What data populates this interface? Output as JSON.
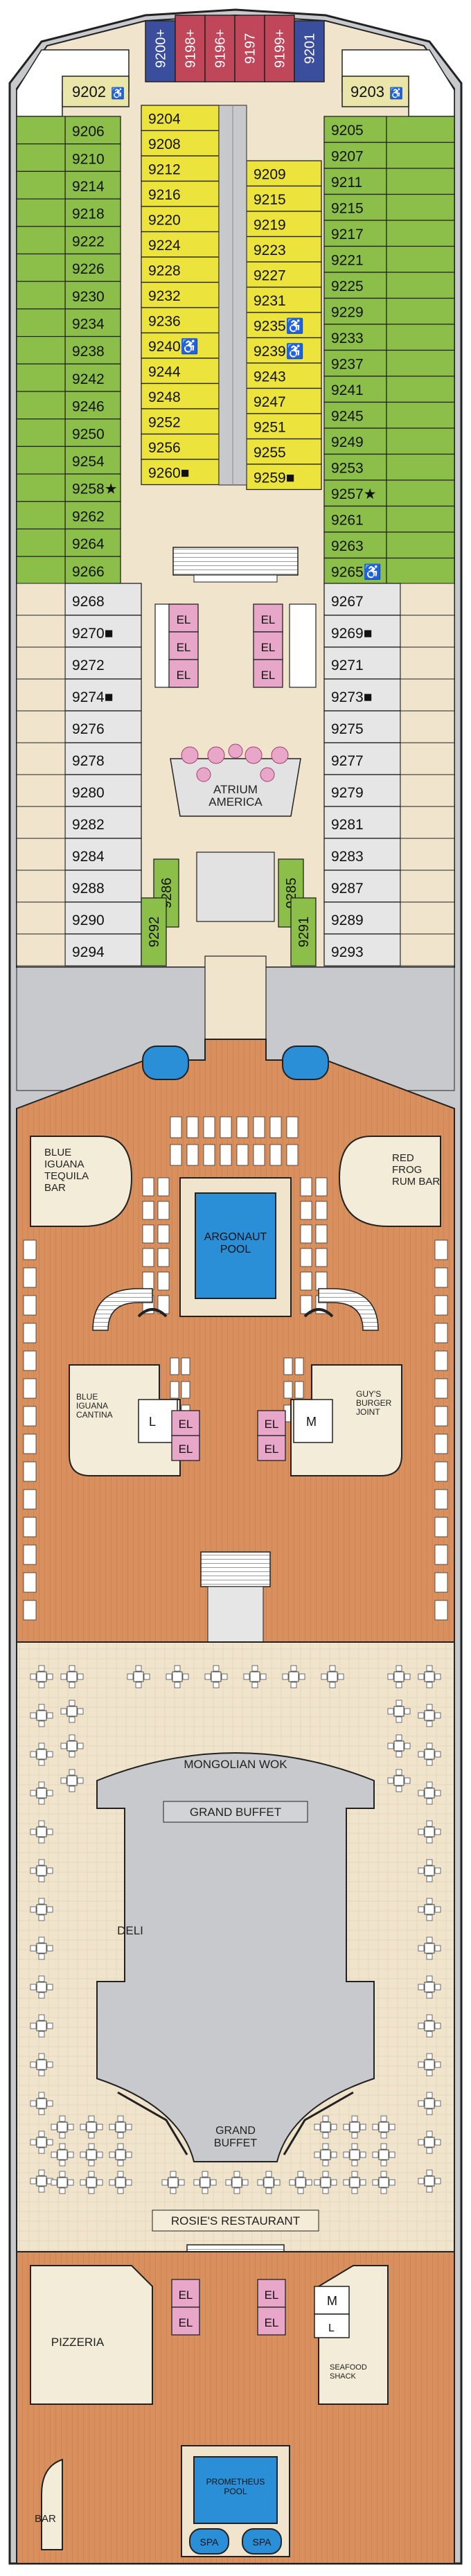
{
  "bow_cabins": [
    {
      "num": "9200",
      "mark": "+",
      "color": "#3b4e9e"
    },
    {
      "num": "9198",
      "mark": "+",
      "color": "#c0465a"
    },
    {
      "num": "9196",
      "mark": "+",
      "color": "#c0465a"
    },
    {
      "num": "9197",
      "mark": "",
      "color": "#c0465a"
    },
    {
      "num": "9199",
      "mark": "+",
      "color": "#c0465a"
    },
    {
      "num": "9201",
      "mark": "",
      "color": "#3b4e9e"
    }
  ],
  "corner_cabins": [
    {
      "num": "9202",
      "mark": "♿"
    },
    {
      "num": "9203",
      "mark": "♿"
    }
  ],
  "left_green": [
    "9206",
    "9210",
    "9214",
    "9218",
    "9222",
    "9226",
    "9230",
    "9234",
    "9238",
    "9242",
    "9246",
    "9250",
    "9254",
    "9258",
    "9262",
    "9264",
    "9266"
  ],
  "left_green_marks": [
    "",
    "",
    "",
    "",
    "",
    "",
    "",
    "",
    "",
    "",
    "",
    "",
    "",
    "★",
    "",
    "",
    ""
  ],
  "right_green": [
    "9205",
    "9207",
    "9211",
    "9215",
    "9217",
    "9221",
    "9225",
    "9229",
    "9233",
    "9237",
    "9241",
    "9245",
    "9249",
    "9253",
    "9257",
    "9261",
    "9263",
    "9265"
  ],
  "right_green_marks": [
    "",
    "",
    "",
    "",
    "",
    "",
    "",
    "",
    "",
    "",
    "",
    "",
    "",
    "",
    "★",
    "",
    "",
    "♿"
  ],
  "inner_left": [
    "9204",
    "9208",
    "9212",
    "9216",
    "9220",
    "9224",
    "9228",
    "9232",
    "9236",
    "9240",
    "9244",
    "9248",
    "9252",
    "9256",
    "9260"
  ],
  "inner_left_marks": [
    "",
    "",
    "",
    "",
    "",
    "",
    "",
    "",
    "",
    "♿",
    "",
    "",
    "",
    "",
    "■"
  ],
  "inner_right": [
    "9209",
    "9215",
    "9219",
    "9223",
    "9227",
    "9231",
    "9235",
    "9239",
    "9243",
    "9247",
    "9251",
    "9255",
    "9259"
  ],
  "inner_right_marks": [
    "",
    "",
    "",
    "",
    "",
    "",
    "♿",
    "♿",
    "",
    "",
    "",
    "",
    "■"
  ],
  "left_interior": [
    "9268",
    "9270",
    "9272",
    "9274",
    "9276",
    "9278",
    "9280",
    "9282",
    "9284",
    "9288",
    "9290",
    "9294"
  ],
  "left_interior_marks": [
    "",
    "■",
    "",
    "■",
    "",
    "",
    "",
    "",
    "",
    "",
    "",
    ""
  ],
  "right_interior": [
    "9267",
    "9269",
    "9271",
    "9273",
    "9275",
    "9277",
    "9279",
    "9281",
    "9283",
    "9287",
    "9289",
    "9293"
  ],
  "right_interior_marks": [
    "",
    "■",
    "",
    "■",
    "",
    "",
    "",
    "",
    "",
    "",
    "",
    ""
  ],
  "mid_green_left": [
    "9286",
    "9292"
  ],
  "mid_green_right": [
    "9285",
    "9291"
  ],
  "elevator_label": "EL",
  "labels": {
    "atrium": "ATRIUM\nAMERICA",
    "blue_iguana_bar": "BLUE\nIGUANA\nTEQUILA\nBAR",
    "red_frog": "RED\nFROG\nRUM BAR",
    "argonaut_pool": "ARGONAUT\nPOOL",
    "blue_iguana_cantina": "BLUE\nIGUANA\nCANTINA",
    "guys_burger": "GUY'S\nBURGER\nJOINT",
    "mongolian_wok": "MONGOLIAN WOK",
    "grand_buffet_top": "GRAND BUFFET",
    "deli": "DELI",
    "grand_buffet_bottom": "GRAND\nBUFFET",
    "rosies": "ROSIE'S RESTAURANT",
    "pizzeria": "PIZZERIA",
    "seafood_shack": "SEAFOOD\nSHACK",
    "bar": "BAR",
    "prometheus_pool": "PROMETHEUS\nPOOL",
    "spa": "SPA",
    "restroom_l": "L",
    "restroom_m": "M"
  },
  "colors": {
    "cabin_green": "#8cbf4a",
    "cabin_yellow": "#ece43c",
    "cabin_gray": "#e6e6e6",
    "cabin_blue": "#3b4e9e",
    "cabin_red": "#c0465a",
    "deck_wood": "#d4895b",
    "deck_beige": "#f0e4cc",
    "gray_area": "#c8c9cc",
    "elevator_pink": "#e8a7c8",
    "pool_blue": "#2a8fd6"
  }
}
